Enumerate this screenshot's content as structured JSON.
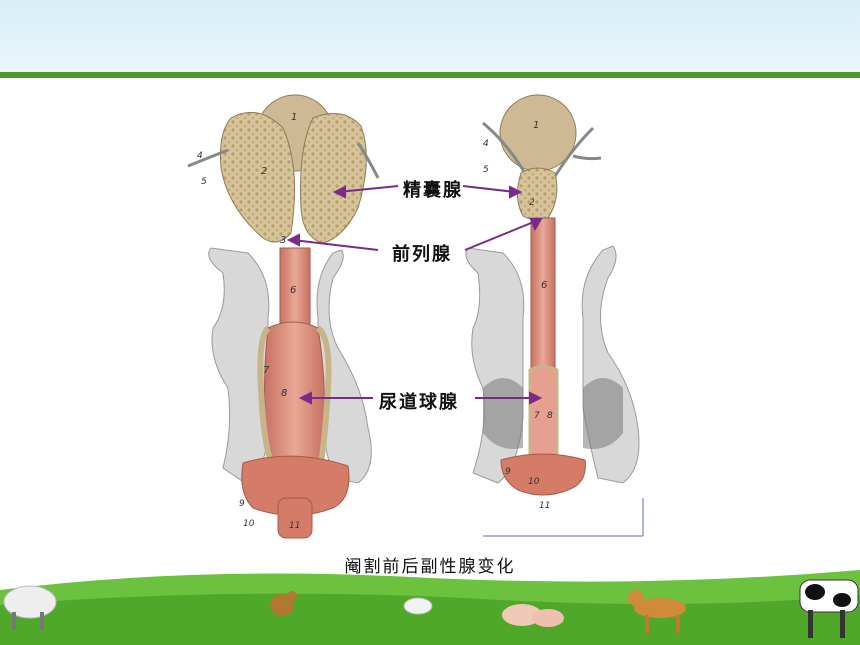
{
  "figure": {
    "labels": {
      "seminal_vesicle": "精囊腺",
      "prostate": "前列腺",
      "bulbourethral": "尿道球腺"
    },
    "left_numbers": [
      "1",
      "2",
      "3",
      "4",
      "5",
      "6",
      "7",
      "8",
      "9",
      "10",
      "11"
    ],
    "right_numbers": [
      "1",
      "2",
      "4",
      "5",
      "6",
      "7",
      "8",
      "9",
      "10",
      "11"
    ]
  },
  "caption": "阉割前后副性腺变化",
  "colors": {
    "header_band": "#dff1f8",
    "header_rule": "#4a9a2e",
    "arrow": "#7a2a8a",
    "vesicle": "#d9c8a0",
    "bladder": "#cdb993",
    "urethra": "#d98b7a",
    "bone": "#d9d9d9",
    "grass": "#6cc23e"
  }
}
